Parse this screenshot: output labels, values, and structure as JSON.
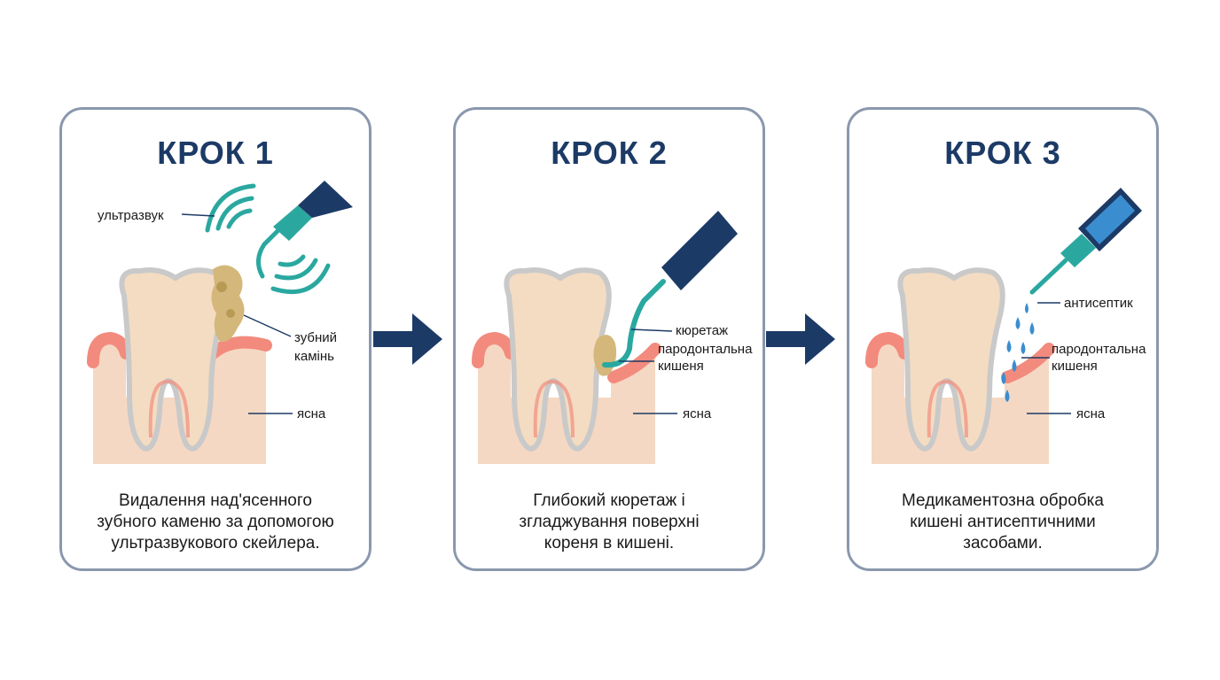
{
  "steps": [
    {
      "title": "КРОК 1",
      "labels": {
        "ultrasound": "ультразвук",
        "calculus_1": "зубний",
        "calculus_2": "камінь",
        "gum": "ясна"
      },
      "description": [
        "Видалення над'ясенного",
        "зубного каменю за допомогою",
        "ультразвукового скейлера."
      ]
    },
    {
      "title": "КРОК 2",
      "labels": {
        "curettage": "кюретаж",
        "pocket_1": "пародонтальна",
        "pocket_2": "кишеня",
        "gum": "ясна"
      },
      "description": [
        "Глибокий кюретаж і",
        "згладжування поверхні",
        "кореня в кишені."
      ]
    },
    {
      "title": "КРОК 3",
      "labels": {
        "antiseptic": "антисептик",
        "pocket_1": "пародонтальна",
        "pocket_2": "кишеня",
        "gum": "ясна"
      },
      "description": [
        "Медикаментозна обробка",
        "кишені антисептичними",
        "засобами."
      ]
    }
  ],
  "colors": {
    "title": "#1c3a66",
    "border": "#8a98ad",
    "arrow": "#1c3a66",
    "tooth": "#f3dcc2",
    "gum": "#f28b7d",
    "teal": "#2aa8a0",
    "navy": "#1c3a66",
    "calculus": "#d4b77a",
    "drop": "#3a8ed0"
  }
}
